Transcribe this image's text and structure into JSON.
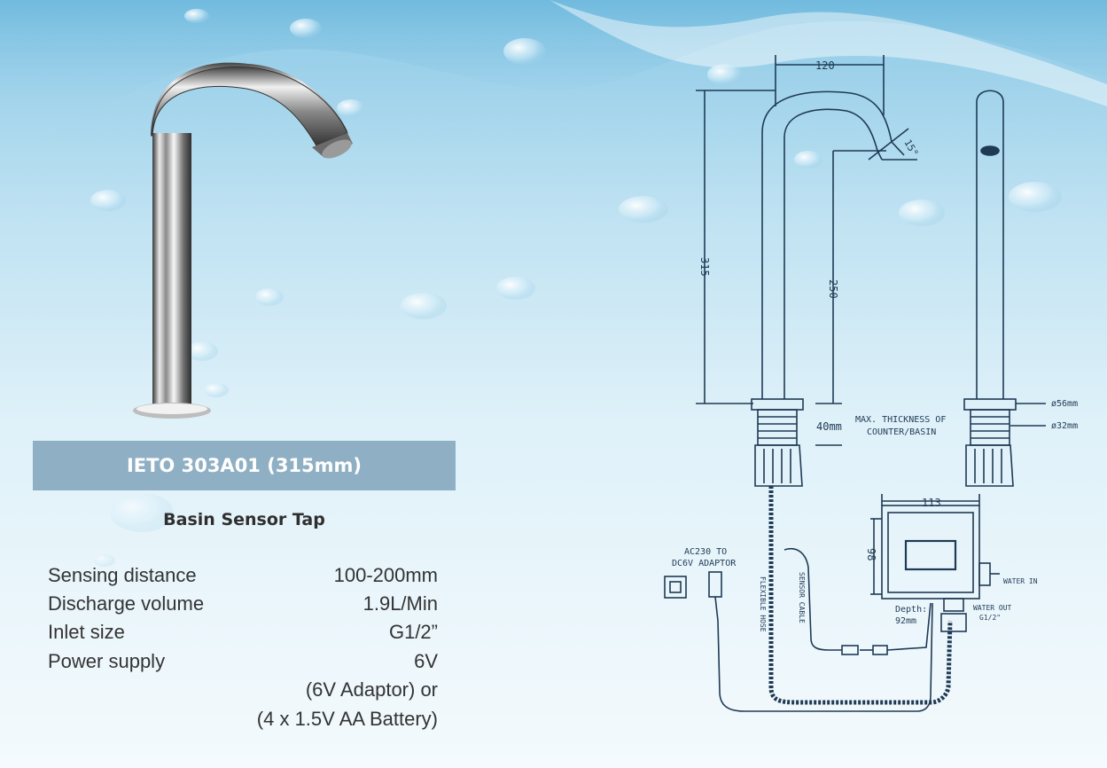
{
  "product": {
    "model_title": "IETO 303A01 (315mm)",
    "subtitle": "Basin Sensor Tap"
  },
  "specs": [
    {
      "label": "Sensing distance",
      "value": "100-200mm"
    },
    {
      "label": "Discharge volume",
      "value": "1.9L/Min"
    },
    {
      "label": "Inlet size",
      "value": "G1/2”"
    },
    {
      "label": "Power supply",
      "value": "6V"
    }
  ],
  "power_notes": [
    "(6V Adaptor) or",
    "(4 x 1.5V AA Battery)"
  ],
  "diagram": {
    "dim_width": "120",
    "dim_height": "315",
    "dim_inner_height": "250",
    "dim_angle": "15°",
    "dim_thickness": "40mm",
    "max_thickness_line1": "MAX. THICKNESS OF",
    "max_thickness_line2": "COUNTER/BASIN",
    "dia_outer": "ø56mm",
    "dia_inner": "ø32mm",
    "box_width": "113",
    "box_height": "98",
    "box_depth_line1": "Depth:",
    "box_depth_line2": "92mm",
    "adaptor_line1": "AC230 TO",
    "adaptor_line2": "DC6V ADAPTOR",
    "water_in": "WATER IN",
    "water_out_line1": "WATER OUT",
    "water_out_line2": "G1/2\"",
    "flexible_hose": "FLEXIBLE HOSE",
    "sensor_cable": "SENSOR CABLE"
  },
  "colors": {
    "title_bar": "#8fb0c4",
    "diagram_ink": "#1f3a55"
  }
}
